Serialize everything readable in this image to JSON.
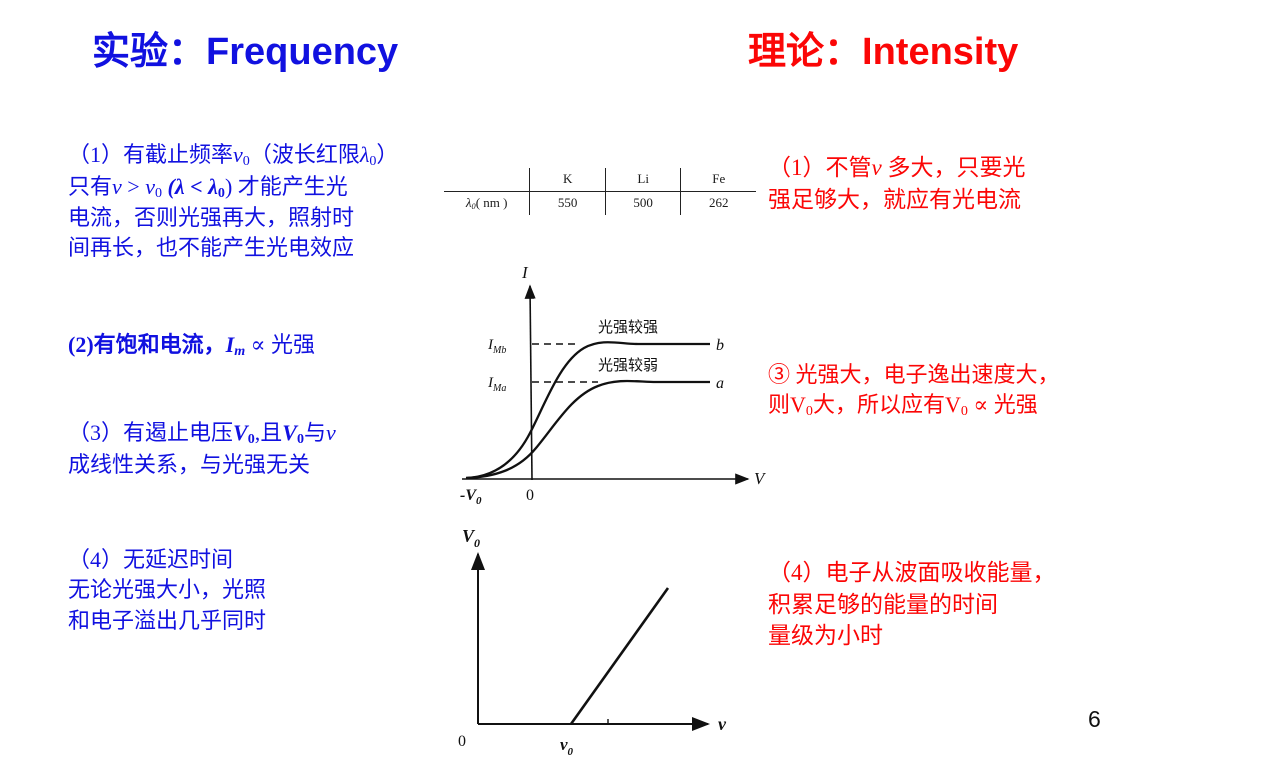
{
  "slide": {
    "page_number": "6",
    "colors": {
      "experiment_blue": "#1111e0",
      "theory_red": "#fb0606",
      "figure_black": "#111111"
    }
  },
  "titles": {
    "left_prefix": "实验：",
    "left_latin": "Frequency",
    "right_prefix": "理论：",
    "right_latin": "Intensity"
  },
  "left_column": {
    "p1_line1_a": "（1）有截止频率",
    "p1_line1_nu": "ν",
    "p1_line1_sub": "0",
    "p1_line1_b": "（波长红限",
    "p1_line1_lambda": "λ",
    "p1_line1_lambda_sub": "0",
    "p1_line1_c": "）",
    "p1_line2_a": "只有",
    "p1_line2_nu1": "ν",
    "p1_line2_gt": " > ",
    "p1_line2_nu2": "ν",
    "p1_line2_nu2_sub": "0",
    "p1_line2_paren": " (λ < λ",
    "p1_line2_paren_sub": "0",
    "p1_line2_b": ") 才能产生光",
    "p1_line3": "电流，否则光强再大，照射时",
    "p1_line4": "间再长，也不能产生光电效应",
    "p2_a": "(2)有饱和电流，",
    "p2_I": "I",
    "p2_I_sub": "m",
    "p2_b": " ∝ 光强",
    "p3_line1_a": "（3）有遏止电压",
    "p3_line1_V": "V",
    "p3_line1_V_sub": "0",
    "p3_line1_b": ",且",
    "p3_line1_V2": "V",
    "p3_line1_V2_sub": "0",
    "p3_line1_c": "与",
    "p3_line1_nu": "ν",
    "p3_line2": "成线性关系，与光强无关",
    "p4_line1": "（4）无延迟时间",
    "p4_line2": "无论光强大小，光照",
    "p4_line3": "和电子溢出几乎同时"
  },
  "right_column": {
    "p1_line1_a": "（1）不管",
    "p1_line1_nu": "ν",
    "p1_line1_b": " 多大，只要光",
    "p1_line2": "强足够大，就应有光电流",
    "p3_line1": "③ 光强大，电子逸出速度大，",
    "p3_line2_a": "则V",
    "p3_line2_sub": "0",
    "p3_line2_b": "大，所以应有V",
    "p3_line2_sub2": "0",
    "p3_line2_c": " ∝ 光强",
    "p4_line1": "（4）电子从波面吸收能量，",
    "p4_line2": "积累足够的能量的时间",
    "p4_line3": "量级为小时"
  },
  "chart_data": [
    {
      "type": "table",
      "title": "Cutoff wavelength (red limit) by metal",
      "row_header": "λ₀( nm )",
      "row_header_symbol": "λ",
      "row_header_sub": "0",
      "row_header_unit": "( nm )",
      "categories": [
        "K",
        "Li",
        "Fe"
      ],
      "values": [
        550,
        500,
        262
      ],
      "units": "nm"
    },
    {
      "type": "line",
      "title": "Photocurrent vs voltage (saturation current)",
      "xlabel": "V",
      "ylabel": "I",
      "origin_label": "0",
      "x_tick_labels": [
        "-V₀",
        "0"
      ],
      "x_stop_voltage_label": "-V",
      "x_stop_voltage_sub": "0",
      "y_tick_labels": [
        "I_Ma",
        "I_Mb"
      ],
      "y_tick_label_a_sym": "I",
      "y_tick_label_a_sub": "Ma",
      "y_tick_label_b_sym": "I",
      "y_tick_label_b_sub": "Mb",
      "grid": false,
      "legend": "inline-annotations",
      "series": [
        {
          "name": "b",
          "curve_label": "b",
          "annotation": "光强较强",
          "saturation_level": 0.72,
          "description": "stronger light intensity, higher saturation current I_Mb"
        },
        {
          "name": "a",
          "curve_label": "a",
          "annotation": "光强较弱",
          "saturation_level": 0.46,
          "description": "weaker light intensity, lower saturation current I_Ma"
        }
      ]
    },
    {
      "type": "line",
      "title": "Stopping voltage vs frequency",
      "xlabel": "ν",
      "ylabel": "V₀",
      "ylabel_sym": "V",
      "ylabel_sub": "0",
      "origin_label": "0",
      "x_tick_labels": [
        "ν₀"
      ],
      "threshold_label_sym": "ν",
      "threshold_label_sub": "0",
      "grid": false,
      "series": [
        {
          "name": "V0 vs nu",
          "description": "straight line rising linearly from threshold frequency ν₀",
          "x_start": 0.45,
          "y_start": 0.0,
          "x_end": 0.88,
          "y_end": 0.76
        }
      ]
    }
  ]
}
